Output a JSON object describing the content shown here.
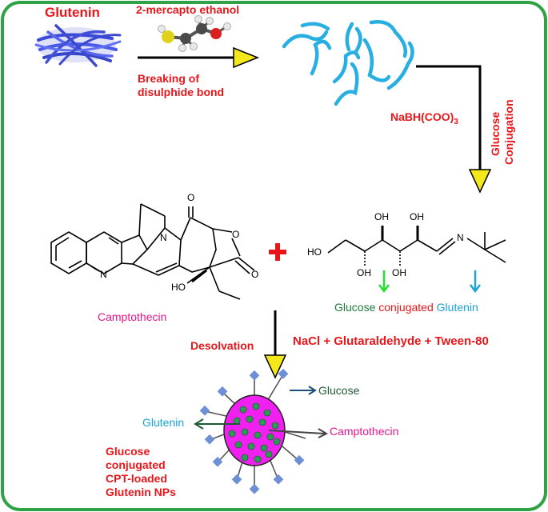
{
  "colors": {
    "frame": "#2fa246",
    "red_text": "#e8161a",
    "magenta_text": "#e4168e",
    "cyan_text": "#1ba3d6",
    "green_text": "#1d7a3a",
    "yellow_arrow": "#f4e81a",
    "fiber": "#29aee2",
    "nanoparticle": "#f020f0",
    "dots": "#2f9a56",
    "spikes": "#6e8fd6"
  },
  "labels": {
    "glutenin": "Glutenin",
    "mercapto": "2-mercapto ethanol",
    "breaking_line1": "Breaking of",
    "breaking_line2": "disulphide bond",
    "reagent_base": "NaBH(COO)",
    "reagent_sub": "3",
    "glucose_word": "Glucose",
    "conjugation_word": "Conjugation",
    "camptothecin": "Camptothecin",
    "gcg_glucose": "Glucose",
    "gcg_conjugated": "conjugated",
    "gcg_glutenin": "Glutenin",
    "desolvation": "Desolvation",
    "nacl": "NaCl + Glutaraldehyde + Tween-80",
    "np_glucose": "Glucose",
    "np_glutenin": "Glutenin",
    "np_camptothecin": "Camptothecin",
    "np_title_1": "Glucose",
    "np_title_2": "conjugated",
    "np_title_3": "CPT-loaded",
    "np_title_4": "Glutenin NPs"
  },
  "chem": {
    "cpt_n1": "N",
    "cpt_n2": "N",
    "cpt_o_ketone": "O",
    "cpt_o_ring": "O",
    "cpt_o_lactone": "O",
    "cpt_ho": "HO",
    "sugar_ho": "HO",
    "sugar_oh1": "OH",
    "sugar_oh2": "OH",
    "sugar_oh3": "OH",
    "sugar_oh4": "OH",
    "sugar_n": "N"
  }
}
